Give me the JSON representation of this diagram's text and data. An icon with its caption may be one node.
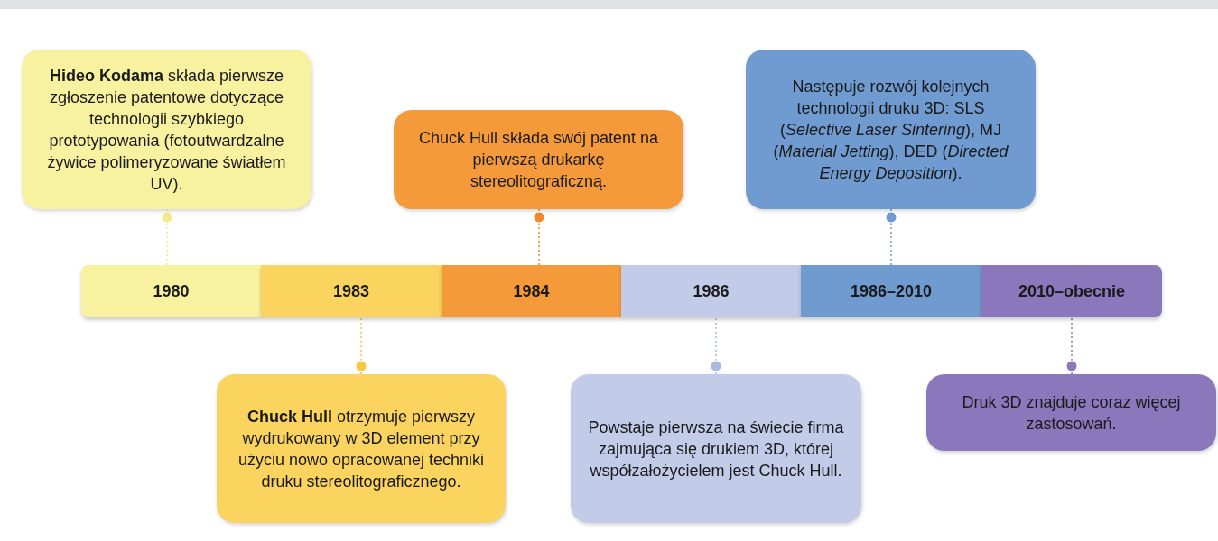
{
  "diagram": {
    "nodes": [
      {
        "text": [
          "**Hideo Kodama** składa pierwsze zgłoszenie patentowe dotyczące technologii szybkiego prototypowania (fotoutwardzalne żywice polimeryzowane światłem UV)."
        ]
      },
      {
        "text": [
          "Chuck Hull składa swój patent na pierwszą drukarkę stereolitograficzną."
        ]
      },
      {
        "text": [
          "Następuje rozwój kolejnych technologii druku 3D: SLS (*Selective Laser Sintering*), MJ (*Material Jetting*), DED (*Directed Energy Deposition*)."
        ]
      },
      {
        "text": [
          "1980"
        ]
      },
      {
        "text": [
          "1983"
        ]
      },
      {
        "text": [
          "1984"
        ]
      },
      {
        "text": [
          "1986"
        ]
      },
      {
        "text": [
          "1986–2010"
        ]
      },
      {
        "text": [
          "2010–obecnie"
        ]
      },
      {
        "text": [
          "**Chuck Hull** otrzymuje pierwszy wydrukowany w 3D element przy użyciu nowo opracowanej techniki druku stereolitograficznego."
        ]
      },
      {
        "text": [
          "Powstaje pierwsza na świecie firma zajmująca się drukiem 3D, której współzałożycielem jest Chuck Hull."
        ]
      },
      {
        "text": [
          "Druk 3D znajduje coraz więcej zastosowań."
        ]
      }
    ],
    "edges": [
      {
        "from": 0,
        "to": 3,
        "arrow": "other",
        "style": "dashed",
        "color": "#f3ea8c"
      },
      {
        "from": 1,
        "to": 5,
        "arrow": "other",
        "style": "dashed",
        "color": "#f08a2a"
      },
      {
        "from": 2,
        "to": 7,
        "arrow": "other",
        "style": "dashed",
        "color": "#6f9bd1"
      },
      {
        "from": 9,
        "to": 4,
        "arrow": "other",
        "style": "dashed",
        "color": "#f5c842"
      },
      {
        "from": 10,
        "to": 6,
        "arrow": "other",
        "style": "dashed",
        "color": "#aeb9e0"
      },
      {
        "from": 11,
        "to": 8,
        "arrow": "other",
        "style": "dashed",
        "color": "#8b78bc"
      }
    ]
  }
}
